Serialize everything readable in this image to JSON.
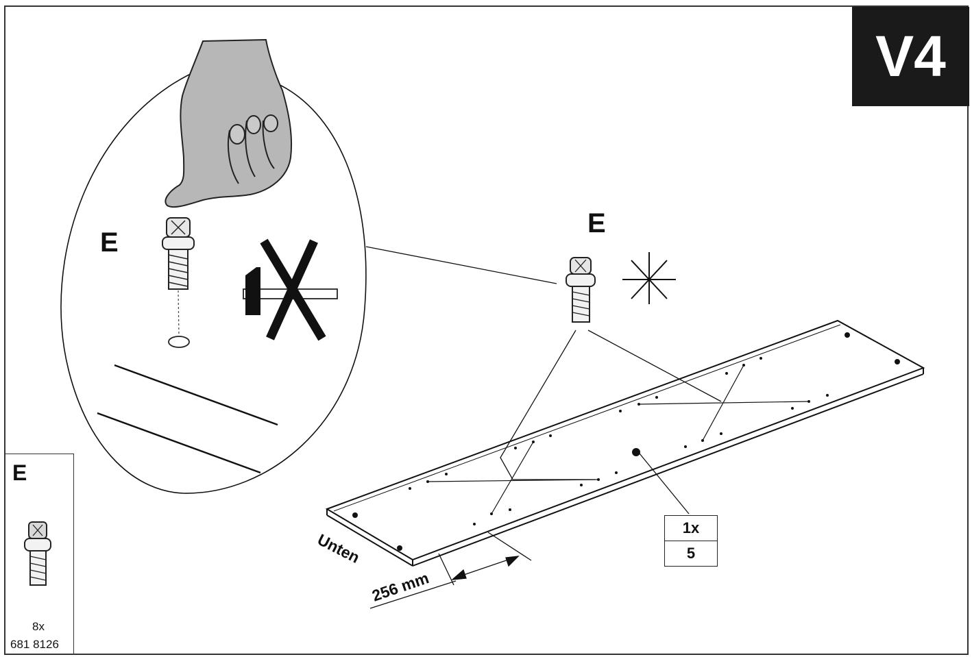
{
  "step": {
    "label": "V4"
  },
  "detail": {
    "part_letter": "E"
  },
  "main": {
    "part_letter": "E"
  },
  "board": {
    "side_label": "Unten",
    "dimension": "256 mm"
  },
  "count_box": {
    "quantity": "1x",
    "number": "5"
  },
  "legend": {
    "part_letter": "E",
    "quantity": "8x",
    "article_number": "681 8126"
  },
  "icons": [
    "hand-press-icon",
    "no-hammer-icon",
    "screw-icon",
    "asterisk-icon"
  ],
  "colors": {
    "ink": "#111111",
    "hand": "#b7b7b7",
    "badge": "#1a1a1a"
  }
}
